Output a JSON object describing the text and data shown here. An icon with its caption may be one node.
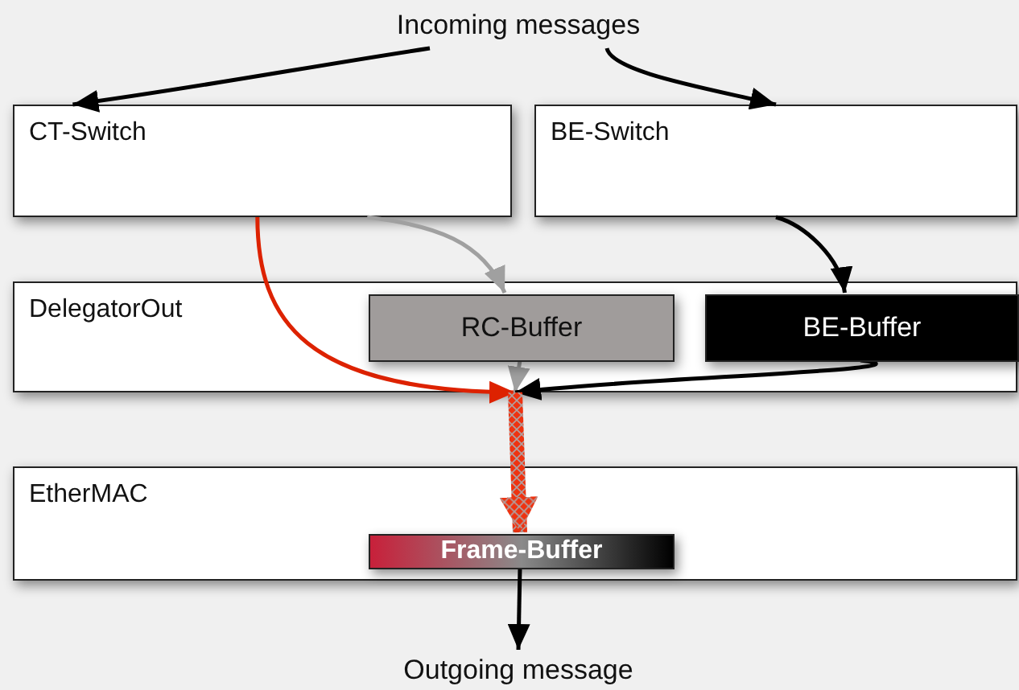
{
  "diagram": {
    "nodes": [
      {
        "text": [
          "Incoming messages"
        ]
      },
      {
        "text": [
          "CT-Switch"
        ]
      },
      {
        "text": [
          "BE-Switch"
        ]
      },
      {
        "text": [
          "DelegatorOut"
        ]
      },
      {
        "text": [
          "RC-Buffer"
        ],
        "in": 3
      },
      {
        "text": [
          "BE-Buffer"
        ],
        "in": 3
      },
      {
        "text": [
          "EtherMAC"
        ]
      },
      {
        "text": [
          "Frame-Buffer"
        ],
        "in": 6
      },
      {
        "text": [
          "Outgoing message"
        ]
      }
    ],
    "edges": [
      {
        "from": 0,
        "to": 1,
        "arrow": "to"
      },
      {
        "from": 0,
        "to": 2,
        "arrow": "to"
      },
      {
        "from": 1,
        "to": 3,
        "arrow": "to",
        "color": "#dd2200"
      },
      {
        "from": 1,
        "to": 4,
        "arrow": "to",
        "color": "#a0a0a0"
      },
      {
        "from": 2,
        "to": 5,
        "arrow": "to"
      },
      {
        "from": 4,
        "to": 3,
        "arrow": "to",
        "color": "#a0a0a0"
      },
      {
        "from": 5,
        "to": 3,
        "arrow": "to"
      },
      {
        "from": 3,
        "to": 7,
        "arrow": "to",
        "style": "thick",
        "color": "#ee3311"
      },
      {
        "from": 7,
        "to": 8,
        "arrow": "to"
      }
    ]
  }
}
